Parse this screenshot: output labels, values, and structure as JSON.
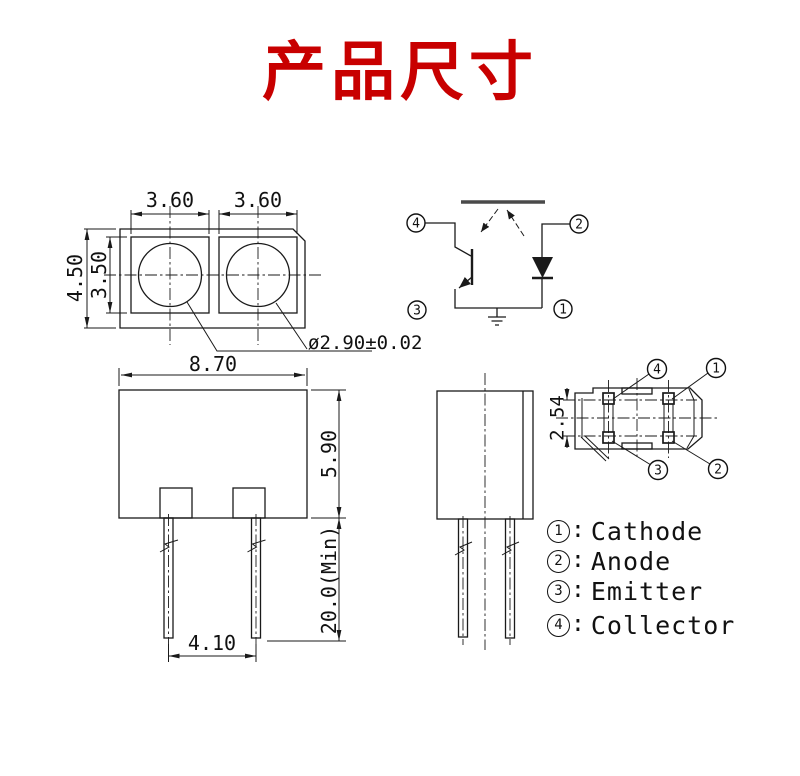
{
  "title": "产品尺寸",
  "colors": {
    "title_red": "#c80000",
    "line": "#1a1a1a"
  },
  "pin_numbers": {
    "p1": "1",
    "p2": "2",
    "p3": "3",
    "p4": "4"
  },
  "top_view": {
    "window_width_left": "3.60",
    "window_width_right": "3.60",
    "body_height": "4.50",
    "window_height": "3.50",
    "lens_diameter": "ø2.90±0.02"
  },
  "front_view": {
    "body_width": "8.70",
    "body_height": "5.90",
    "lead_length": "20.0(Min)",
    "lead_pitch": "4.10"
  },
  "bottom_view": {
    "pin_row_pitch": "2.54"
  },
  "legend": {
    "separator": ":",
    "items": [
      {
        "num": "1",
        "label": "Cathode"
      },
      {
        "num": "2",
        "label": "Anode"
      },
      {
        "num": "3",
        "label": "Emitter"
      },
      {
        "num": "4",
        "label": "Collector"
      }
    ]
  }
}
